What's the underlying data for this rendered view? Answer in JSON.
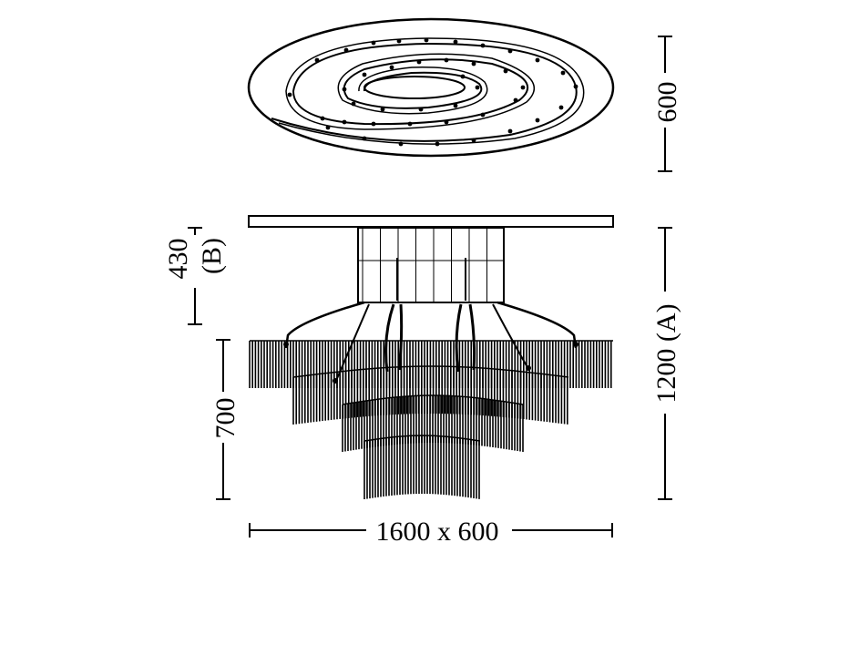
{
  "drawing": {
    "top_view_depth": "600",
    "fixture_height_label": "430",
    "fixture_height_tag": "(B)",
    "total_height_label": "1200 (A)",
    "tiers_height_label": "700",
    "overall_size_label": "1600 x 600"
  },
  "colors": {
    "line": "#000000",
    "background": "#ffffff"
  }
}
